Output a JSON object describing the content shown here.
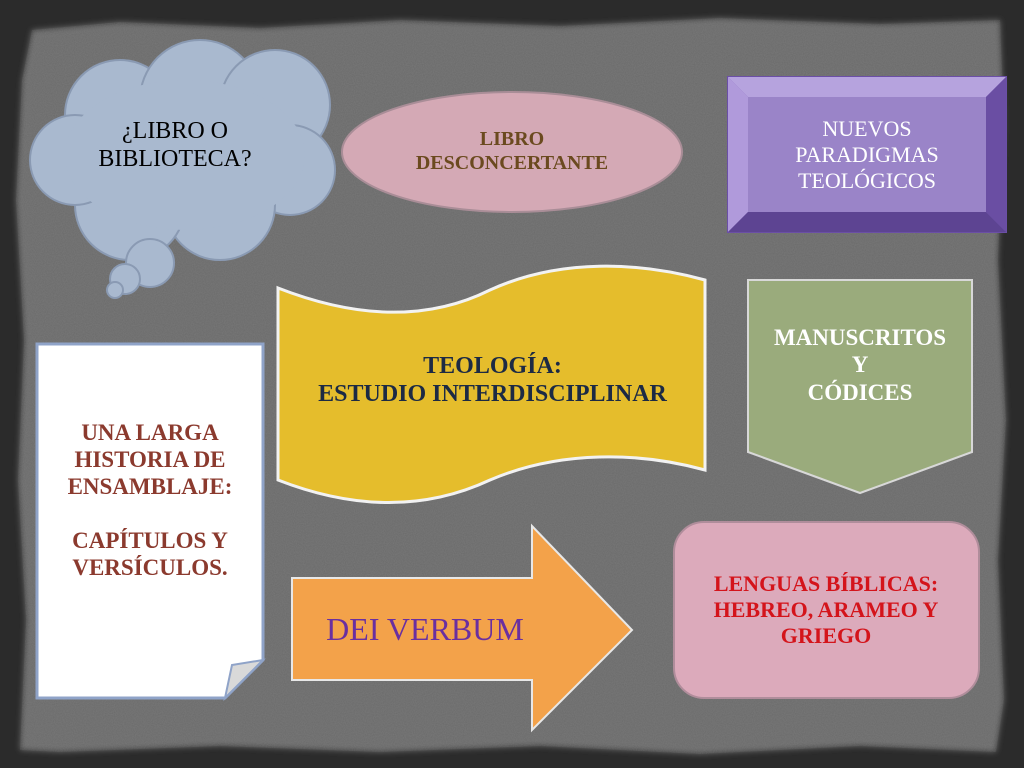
{
  "nodes": {
    "cloud": {
      "lines": [
        "¿LIBRO O",
        "BIBLIOTECA?"
      ],
      "color": "#000000",
      "fill": "#a9b9cf"
    },
    "ellipse": {
      "lines": [
        "LIBRO",
        "DESCONCERTANTE"
      ],
      "color": "#6b4a1f",
      "fill": "#d4a9b5"
    },
    "bevel": {
      "lines": [
        "NUEVOS",
        "PARADIGMAS",
        "TEOLÓGICOS"
      ],
      "color": "#ffffff",
      "fill": "#9a84c8"
    },
    "wave": {
      "lines": [
        "TEOLOGÍA:",
        "ESTUDIO INTERDISCIPLINAR"
      ],
      "color": "#1c2a44",
      "fill": "#e5bd2c"
    },
    "pentagon": {
      "lines": [
        "MANUSCRITOS",
        "Y",
        "CÓDICES"
      ],
      "color": "#ffffff",
      "fill": "#9aab7c"
    },
    "page": {
      "lines": [
        "UNA LARGA",
        "HISTORIA DE",
        "ENSAMBLAJE:",
        "",
        "CAPÍTULOS Y",
        "VERSÍCULOS."
      ],
      "color": "#8b3a2e",
      "fill": "#ffffff"
    },
    "arrow": {
      "lines": [
        "DEI VERBUM"
      ],
      "color": "#6a2fa0",
      "fill": "#f3a24a"
    },
    "rounded": {
      "lines": [
        "LENGUAS BÍBLICAS:",
        "HEBREO, ARAMEO Y",
        "GRIEGO"
      ],
      "color": "#d4141b",
      "fill": "#dcaabb"
    }
  }
}
